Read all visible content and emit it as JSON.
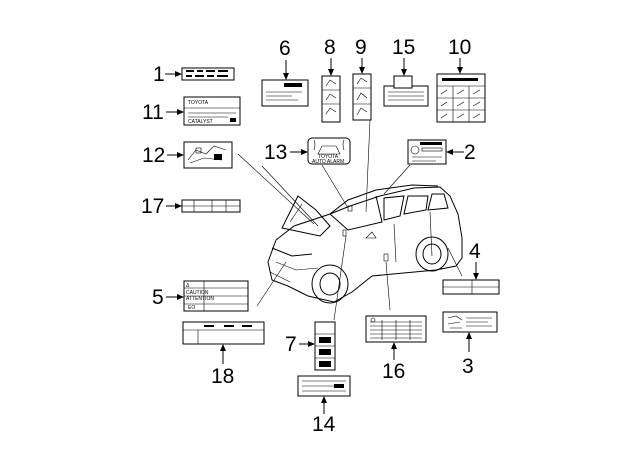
{
  "callouts": [
    {
      "id": "c1",
      "text": "1"
    },
    {
      "id": "c2",
      "text": "2"
    },
    {
      "id": "c3",
      "text": "3"
    },
    {
      "id": "c4",
      "text": "4"
    },
    {
      "id": "c5",
      "text": "5"
    },
    {
      "id": "c6",
      "text": "6"
    },
    {
      "id": "c7",
      "text": "7"
    },
    {
      "id": "c8",
      "text": "8"
    },
    {
      "id": "c9",
      "text": "9"
    },
    {
      "id": "c10",
      "text": "10"
    },
    {
      "id": "c11",
      "text": "11"
    },
    {
      "id": "c12",
      "text": "12"
    },
    {
      "id": "c13",
      "text": "13"
    },
    {
      "id": "c14",
      "text": "14"
    },
    {
      "id": "c15",
      "text": "15"
    },
    {
      "id": "c16",
      "text": "16"
    },
    {
      "id": "c17",
      "text": "17"
    },
    {
      "id": "c18",
      "text": "18"
    }
  ],
  "label_text": {
    "alarm_line1": "TOYOTA",
    "alarm_line2": "AUTO ALARM",
    "catalyst": "CATALYST",
    "toyota_small": "TOYOTA",
    "warn_caution": "CAUTION",
    "warn_attention": "ATTENTION",
    "warn_sign": "Δ",
    "warn_code": "EO"
  }
}
